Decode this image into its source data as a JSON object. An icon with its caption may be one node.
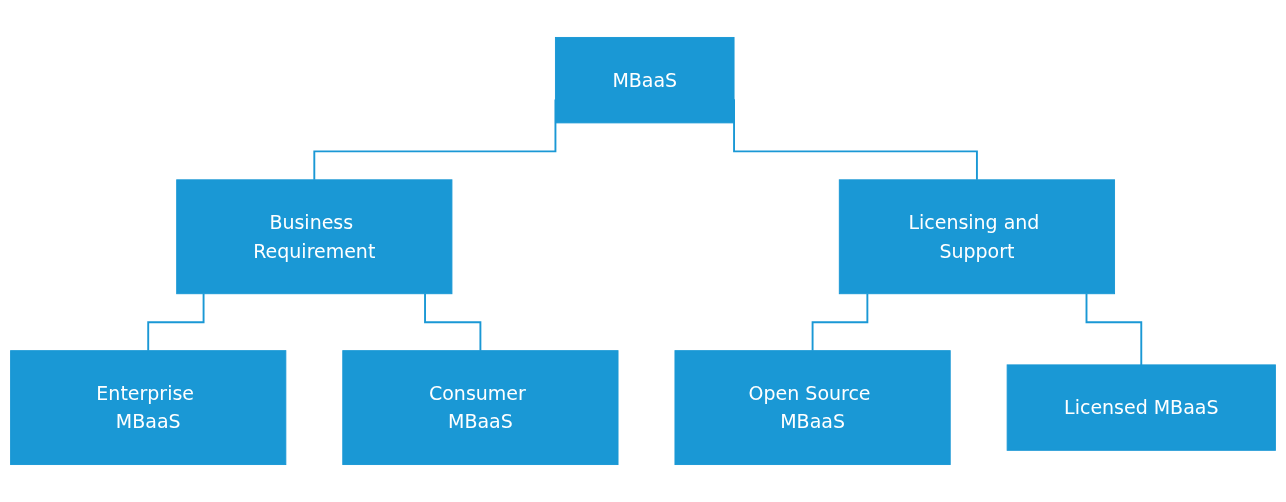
{
  "diagram": {
    "nodes": [
      {
        "text": [
          "MBaaS"
        ]
      },
      {
        "text": [
          "Business Requirement"
        ]
      },
      {
        "text": [
          "Licensing and Support"
        ]
      },
      {
        "text": [
          "Enterprise MBaaS"
        ]
      },
      {
        "text": [
          "Consumer MBaaS"
        ]
      },
      {
        "text": [
          "Open Source MBaaS"
        ]
      },
      {
        "text": [
          "Licensed MBaaS"
        ]
      }
    ],
    "edges": [
      {
        "from": 0,
        "to": 1,
        "arrow": "none"
      },
      {
        "from": 0,
        "to": 2,
        "arrow": "none"
      },
      {
        "from": 1,
        "to": 3,
        "arrow": "none"
      },
      {
        "from": 1,
        "to": 4,
        "arrow": "none"
      },
      {
        "from": 2,
        "to": 5,
        "arrow": "none"
      },
      {
        "from": 2,
        "to": 6,
        "arrow": "none"
      }
    ]
  }
}
